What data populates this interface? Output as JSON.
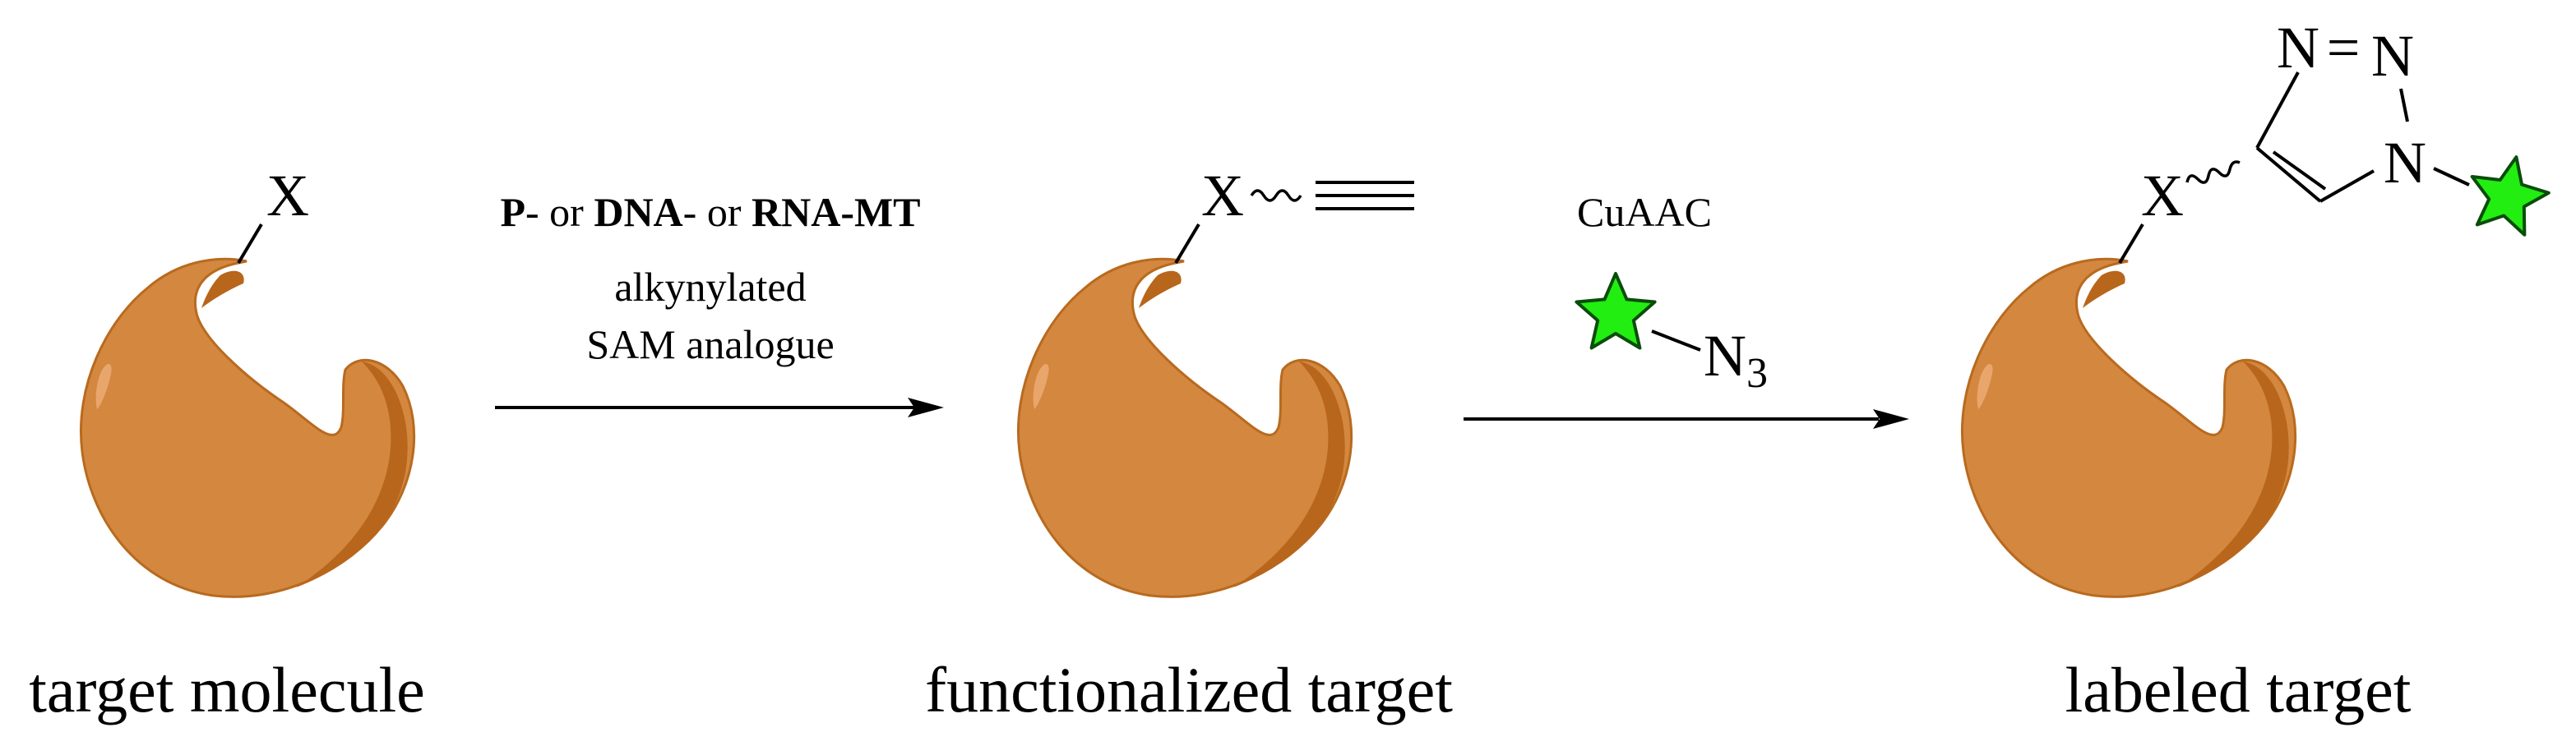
{
  "colors": {
    "blob_fill": "#d4873f",
    "blob_shadow": "#b8661b",
    "blob_outline": "#b86a1f",
    "star_fill": "#22ee11",
    "star_stroke": "#0a4d0a",
    "line": "#000000"
  },
  "stages": {
    "target": {
      "atom": "X",
      "caption": "target molecule"
    },
    "functionalized": {
      "atom": "X",
      "caption": "functionalized target"
    },
    "labeled": {
      "atom": "X",
      "caption": "labeled target"
    }
  },
  "step1": {
    "enzyme_p": "P",
    "enzyme_dna": "DNA",
    "enzyme_rna": "RNA",
    "enzyme_mt": "MT",
    "sep_dash_or": "- or ",
    "dash": "-",
    "reagent_line1": "alkynylated",
    "reagent_line2": "SAM analogue"
  },
  "step2": {
    "method": "CuAAC",
    "azide_n": "N",
    "azide_sub": "3"
  },
  "triazole": {
    "n1": "N",
    "n2": "N",
    "n3": "N",
    "dbl": "="
  }
}
